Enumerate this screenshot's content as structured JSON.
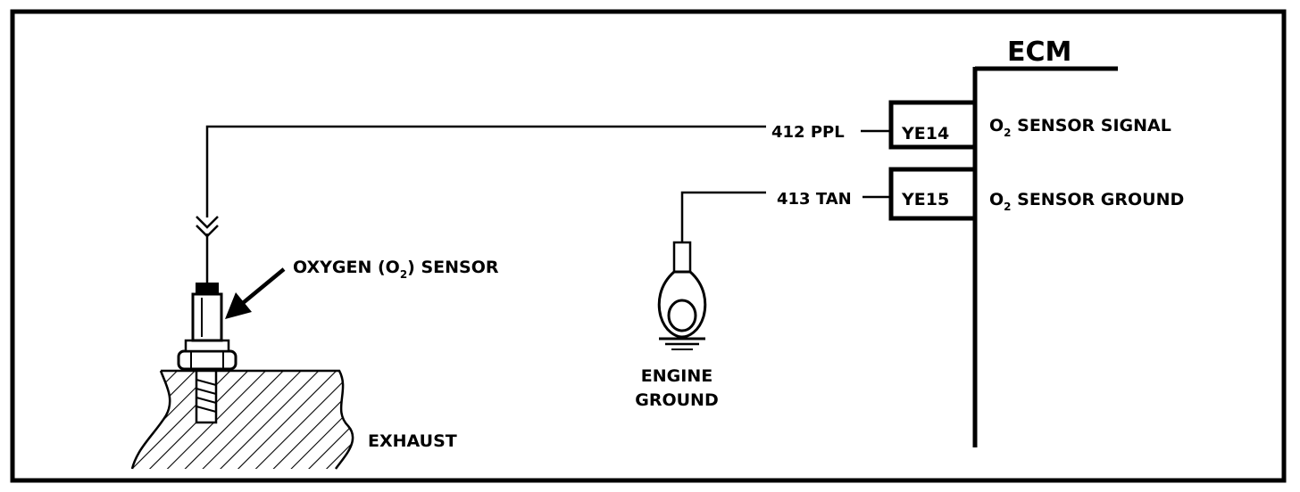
{
  "colors": {
    "ink": "#000000",
    "paper": "#ffffff"
  },
  "ecm": {
    "title": "ECM"
  },
  "circuits": [
    {
      "wire_label": "412 PPL",
      "pin": "YE14",
      "function_prefix": "O",
      "function_subscript": "2",
      "function_suffix": " SENSOR SIGNAL"
    },
    {
      "wire_label": "413 TAN",
      "pin": "YE15",
      "function_prefix": "O",
      "function_subscript": "2",
      "function_suffix": " SENSOR GROUND"
    }
  ],
  "sensor": {
    "label_prefix": "OXYGEN (O",
    "label_subscript": "2",
    "label_suffix": ") SENSOR"
  },
  "ground": {
    "label_line1": "ENGINE",
    "label_line2": "GROUND"
  },
  "exhaust": {
    "label": "EXHAUST"
  }
}
